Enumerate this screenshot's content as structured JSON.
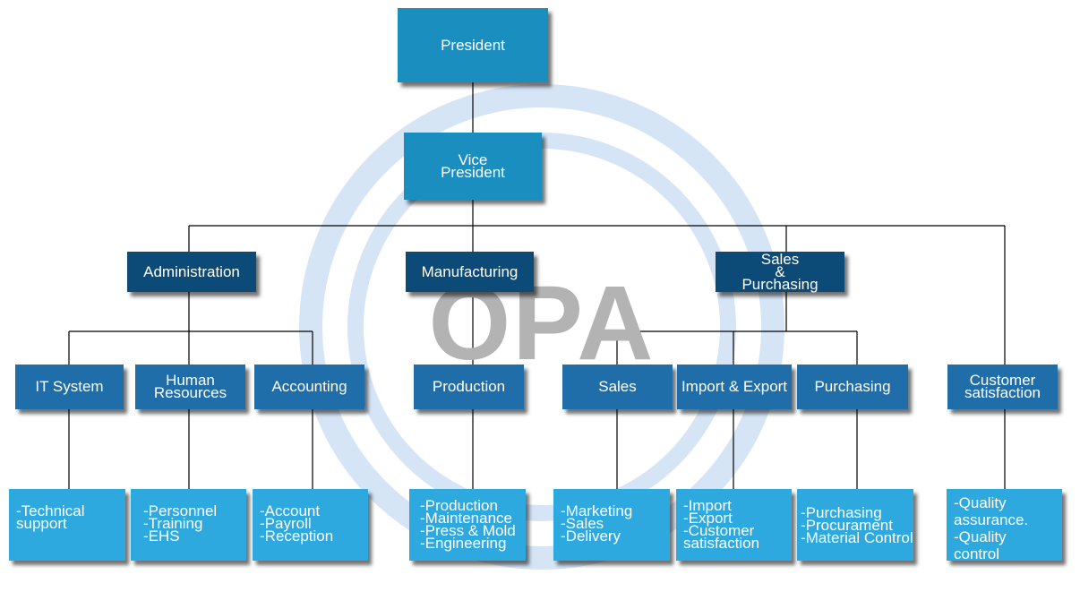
{
  "watermark": {
    "text": "OPA",
    "ring_color": "#cfe0f5",
    "text_color": "#b3b3b3"
  },
  "colors": {
    "top": "#1a8fbf",
    "department": "#0c4a78",
    "section": "#1f6ea9",
    "duties": "#2ea9df",
    "connector": "#000000"
  },
  "chart": {
    "president": "President",
    "vice_president": "Vice\nPresident",
    "departments": {
      "administration": "Administration",
      "manufacturing": "Manufacturing",
      "sales_purchasing": "Sales\n&\nPurchasing"
    },
    "sections": {
      "it_system": "IT System",
      "human_resources": "Human\nResources",
      "accounting": "Accounting",
      "production": "Production",
      "sales": "Sales",
      "import_export": "Import & Export",
      "purchasing": "Purchasing",
      "customer_satisfaction": "Customer\nsatisfaction"
    },
    "duties": {
      "it_system": "-Technical\nsupport",
      "human_resources": "-Personnel\n-Training\n-EHS",
      "accounting": "-Account\n-Payroll\n-Reception",
      "production": "-Production\n-Maintenance\n-Press & Mold\n-Engineering",
      "sales": "-Marketing\n-Sales\n-Delivery",
      "import_export": "-Import\n-Export\n-Customer\nsatisfaction",
      "purchasing": "-Purchasing\n-Procurament\n-Material Control",
      "customer_satisfaction": "-Quality\n  assurance.\n-Quality\n  control"
    }
  }
}
